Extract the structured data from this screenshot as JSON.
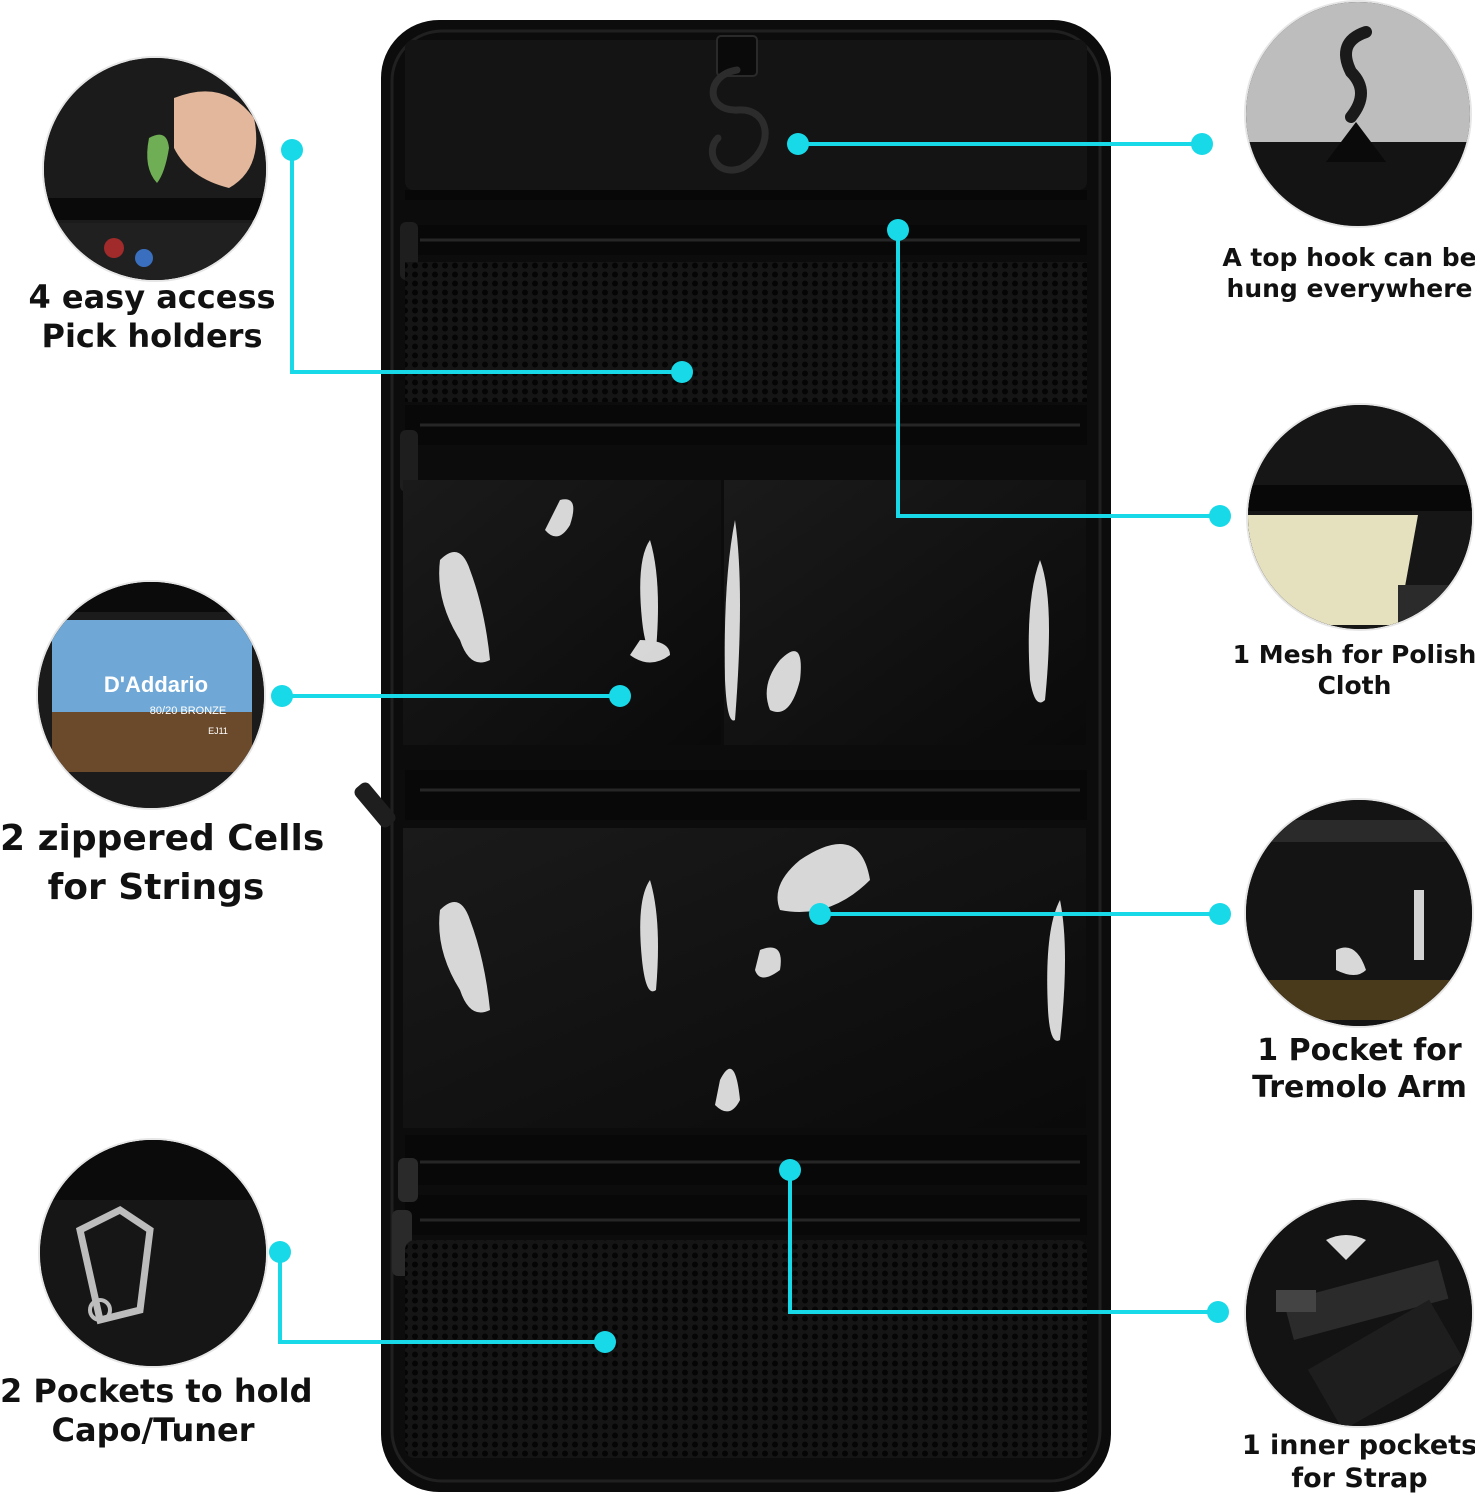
{
  "product": {
    "name": "hanging guitar accessory organizer bag",
    "accent_color": "#17d9e8",
    "bag_color": "#0c0c0c"
  },
  "features": [
    {
      "id": "pick-holders",
      "line1": "4 easy access",
      "line2": "Pick holders",
      "icon": "guitar-pick-icon"
    },
    {
      "id": "top-hook",
      "line1": "A top hook can be",
      "line2": "hung everywhere",
      "icon": "hook-icon"
    },
    {
      "id": "mesh-polish-cloth",
      "line1": "1 Mesh for Polish",
      "line2": "Cloth",
      "icon": "polish-cloth-icon"
    },
    {
      "id": "zippered-cells",
      "line1": "2 zippered Cells",
      "line2": "for Strings",
      "icon": "guitar-strings-icon"
    },
    {
      "id": "tremolo-pocket",
      "line1": "1 Pocket for",
      "line2": "Tremolo Arm",
      "icon": "tremolo-arm-icon"
    },
    {
      "id": "capo-tuner-pockets",
      "line1": "2 Pockets to hold",
      "line2": "Capo/Tuner",
      "icon": "capo-icon"
    },
    {
      "id": "strap-pocket",
      "line1": "1 inner pockets",
      "line2": "for Strap",
      "icon": "guitar-strap-icon"
    }
  ],
  "string_pack": {
    "brand": "D'Addario",
    "product": "80/20 BRONZE",
    "code": "EJ11"
  }
}
